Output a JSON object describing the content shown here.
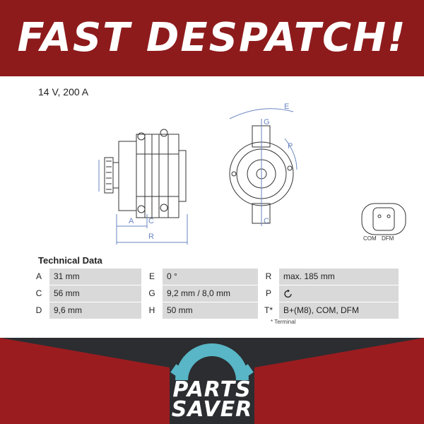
{
  "banner": {
    "title": "FAST DESPATCH!"
  },
  "product": {
    "rating": "14 V, 200 A"
  },
  "diagram": {
    "dimension_labels": [
      "A",
      "C",
      "R",
      "E",
      "G",
      "P",
      "C"
    ],
    "connector_labels": [
      "COM",
      "DFM"
    ]
  },
  "technical": {
    "title": "Technical Data",
    "rows": [
      [
        {
          "k": "A",
          "v": "31 mm"
        },
        {
          "k": "E",
          "v": "0 °"
        },
        {
          "k": "R",
          "v": "max. 185 mm"
        }
      ],
      [
        {
          "k": "C",
          "v": "56 mm"
        },
        {
          "k": "G",
          "v": "9,2 mm / 8,0 mm"
        },
        {
          "k": "P",
          "v": ""
        }
      ],
      [
        {
          "k": "D",
          "v": "9,6 mm"
        },
        {
          "k": "H",
          "v": "50 mm"
        },
        {
          "k": "T*",
          "v": "B+(M8), COM, DFM"
        }
      ]
    ],
    "footnote": "* Terminal"
  },
  "brand": {
    "line1": "PARTS",
    "line2": "SAVER"
  },
  "colors": {
    "banner": "#8e1b1c",
    "footer_dark": "#2b2d31",
    "footer_red": "#9b1c1f",
    "gear": "#58b6c6",
    "table_gray": "#d9d9d9"
  },
  "icons": {
    "rotation": "rotation-arrow-icon",
    "gear": "gear-icon"
  }
}
